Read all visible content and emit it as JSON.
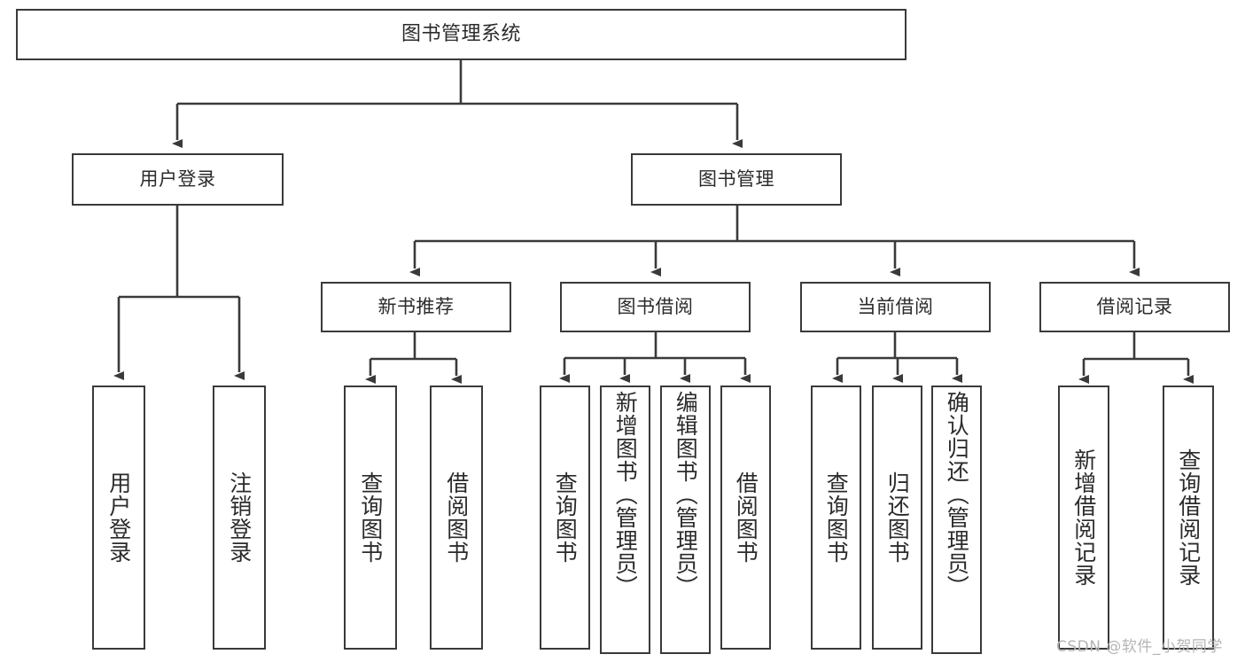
{
  "diagram": {
    "title": "图书管理系统",
    "type": "tree-hierarchy-diagram",
    "root": {
      "label": "图书管理系统"
    },
    "level1": [
      {
        "label": "用户登录"
      },
      {
        "label": "图书管理"
      }
    ],
    "level2": [
      {
        "label": "新书推荐"
      },
      {
        "label": "图书借阅"
      },
      {
        "label": "当前借阅"
      },
      {
        "label": "借阅记录"
      }
    ],
    "leaves": {
      "user_login": [
        {
          "label": "用户登录"
        },
        {
          "label": "注销登录"
        }
      ],
      "new_book_recommend": [
        {
          "label": "查询图书"
        },
        {
          "label": "借阅图书"
        }
      ],
      "book_borrow": [
        {
          "label": "查询图书"
        },
        {
          "label": "新增图书（管理员）"
        },
        {
          "label": "编辑图书（管理员）"
        },
        {
          "label": "借阅图书"
        }
      ],
      "current_borrow": [
        {
          "label": "查询图书"
        },
        {
          "label": "归还图书"
        },
        {
          "label": "确认归还（管理员）"
        }
      ],
      "borrow_record": [
        {
          "label": "新增借阅记录"
        },
        {
          "label": "查询借阅记录"
        }
      ]
    }
  },
  "watermark": {
    "text": "CSDN @软件_小贺同学"
  },
  "colors": {
    "box_border": "#3a3a3a",
    "box_fill": "#ffffff",
    "text": "#2b2b2b",
    "connector": "#3a3a3a",
    "watermark": "#b5b5b5",
    "background": "#ffffff"
  }
}
